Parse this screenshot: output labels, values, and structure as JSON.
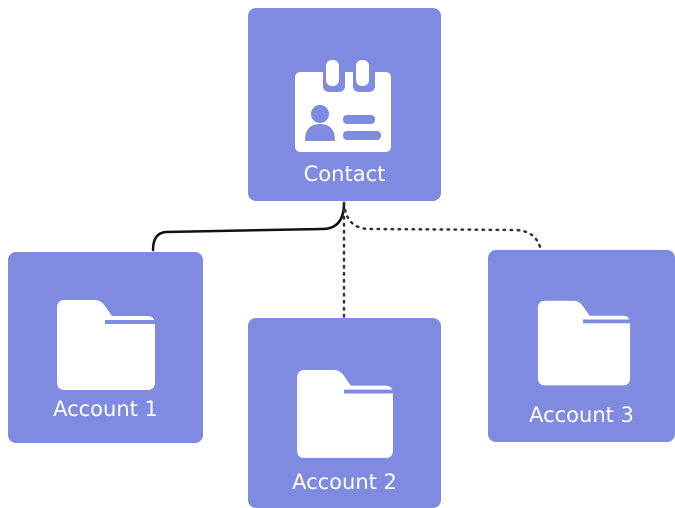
{
  "diagram": {
    "root": {
      "label": "Contact",
      "icon": "contact-card-icon"
    },
    "children": [
      {
        "label": "Account 1",
        "icon": "folder-icon",
        "connector": "solid"
      },
      {
        "label": "Account 2",
        "icon": "folder-icon",
        "connector": "dotted"
      },
      {
        "label": "Account 3",
        "icon": "folder-icon",
        "connector": "dotted"
      }
    ]
  },
  "colors": {
    "node_fill": "#7f8be1",
    "icon_fill": "#ffffff",
    "label_text": "#ffffff",
    "connector": "#111111"
  }
}
